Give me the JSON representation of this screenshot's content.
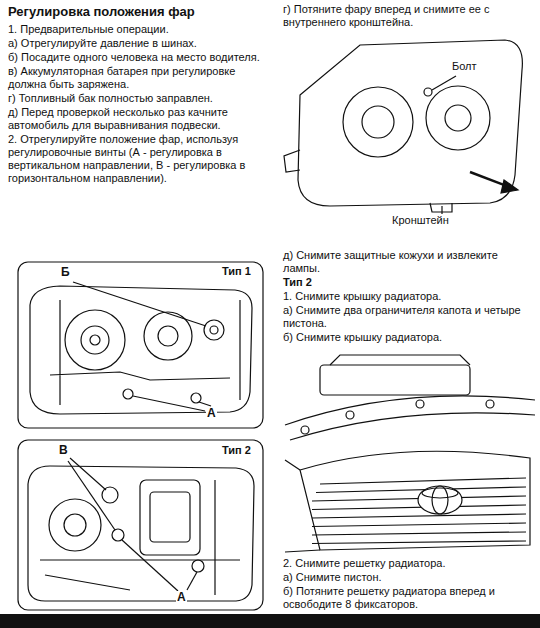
{
  "diagram": {
    "title": "Регулировка положения фар",
    "labels": [
      "1. Предварительные операции.",
      "а) Отрегулируйте давление в шинах.",
      "б) Посадите одного человека на место водителя.",
      "в) Аккумуляторная батарея при регулировке должна быть заряжена.",
      "г) Топливный бак полностью заправлен.",
      "д) Перед проверкой несколько раз качните автомобиль для выравнивания подвески.",
      "2. Отрегулируйте положение фар, используя регулировочные винты (А - регулировка в вертикальном направлении, В - регулировка в горизонтальном направлении).",
      "Тип 1",
      "Б",
      "А",
      "Тип 2",
      "В",
      "А",
      "г) Потяните фару вперед и снимите ее с внутреннего кронштейна.",
      "Болт",
      "Кронштейн",
      "д) Снимите защитные кожухи и извлеките лампы.",
      "Тип 2",
      "1. Снимите крышку радиатора.",
      "а) Снимите два ограничителя капота и четыре пистона.",
      "б) Снимите крышку радиатора.",
      "2. Снимите решетку радиатора.",
      "а) Снимите пистон.",
      "б) Потяните решетку радиатора вперед и освободите 8 фиксаторов."
    ]
  }
}
